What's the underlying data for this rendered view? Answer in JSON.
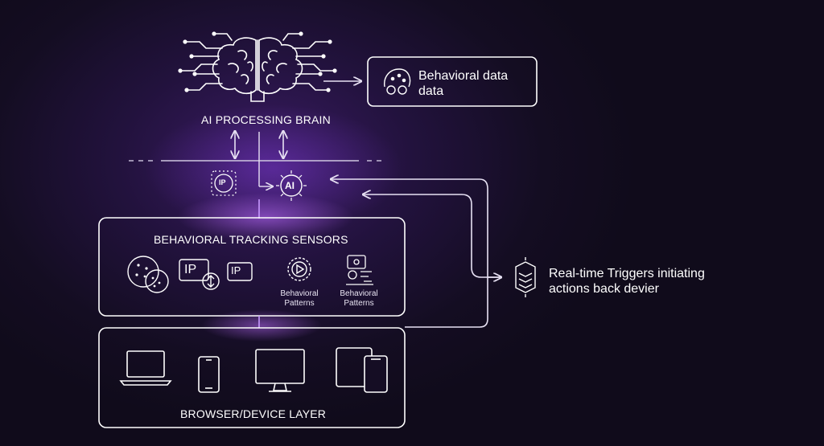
{
  "brain_label": "AI PROCESSING BRAIN",
  "behavioral_data_box": {
    "line1": "Behavioral data",
    "line2": "data"
  },
  "tracking_box": {
    "title": "BEHAVIORAL TRACKING SENSORS",
    "ip_tag": "IP",
    "ip_tag_small": "IP",
    "pattern_label_1": "Behavioral Patterns",
    "pattern_label_2": "Behavioral Patterns"
  },
  "device_box": {
    "title": "BROWSER/DEVICE LAYER"
  },
  "triggers": {
    "line1": "Real-time Triggers initiating",
    "line2": "actions back devier"
  },
  "chips": {
    "ip_chip": "IP",
    "ai_chip": "AI"
  },
  "colors": {
    "accent": "#b07cff",
    "line": "#e8e2f4",
    "background": "#160e26"
  },
  "icons": [
    "brain-icon",
    "cookie-icon",
    "ip-card-icon",
    "gear-play-icon",
    "robot-dashboard-icon",
    "laptop-icon",
    "phone-icon",
    "monitor-icon",
    "tablet-phone-icon",
    "layers-icon"
  ]
}
